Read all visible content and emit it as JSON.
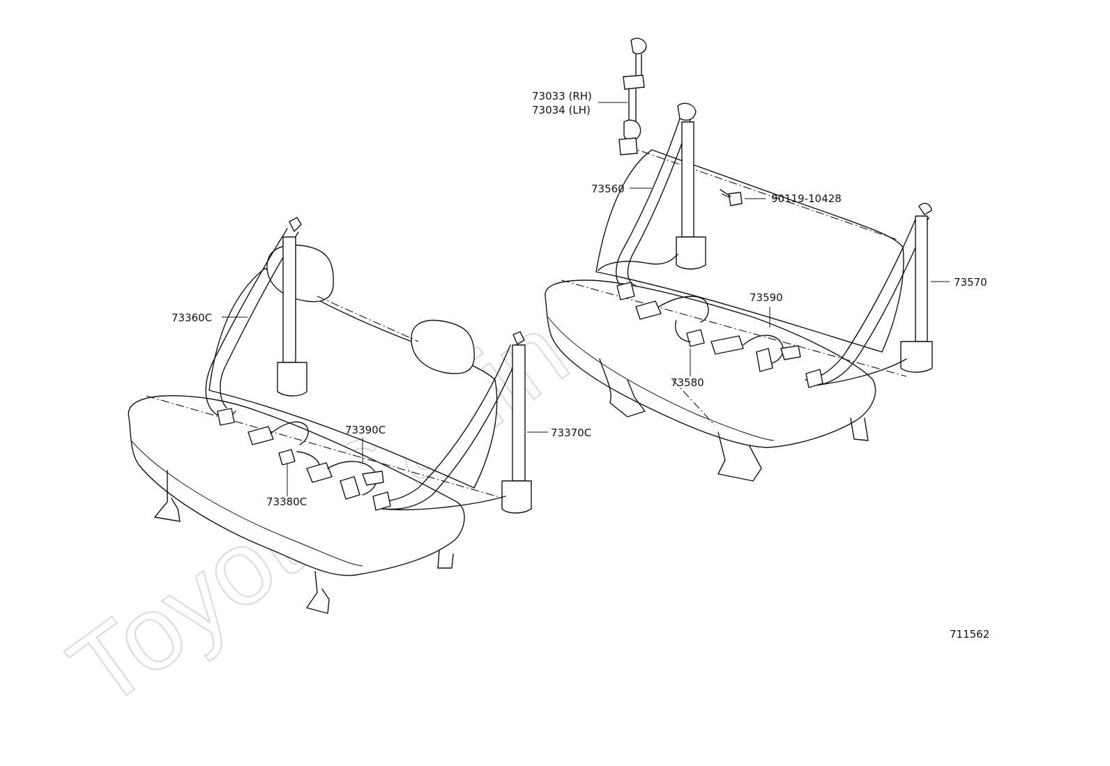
{
  "watermark": "ToyotaCarline.ru",
  "figure_number": "711562",
  "callouts": {
    "part_73033": "73033 (RH)",
    "part_73034": "73034 (LH)",
    "part_73560": "73560",
    "part_90119": "90119-10428",
    "part_73570": "73570",
    "part_73590": "73590",
    "part_73580": "73580",
    "part_73360": "73360C",
    "part_73390": "73390C",
    "part_73370": "73370C",
    "part_73380": "73380C"
  }
}
